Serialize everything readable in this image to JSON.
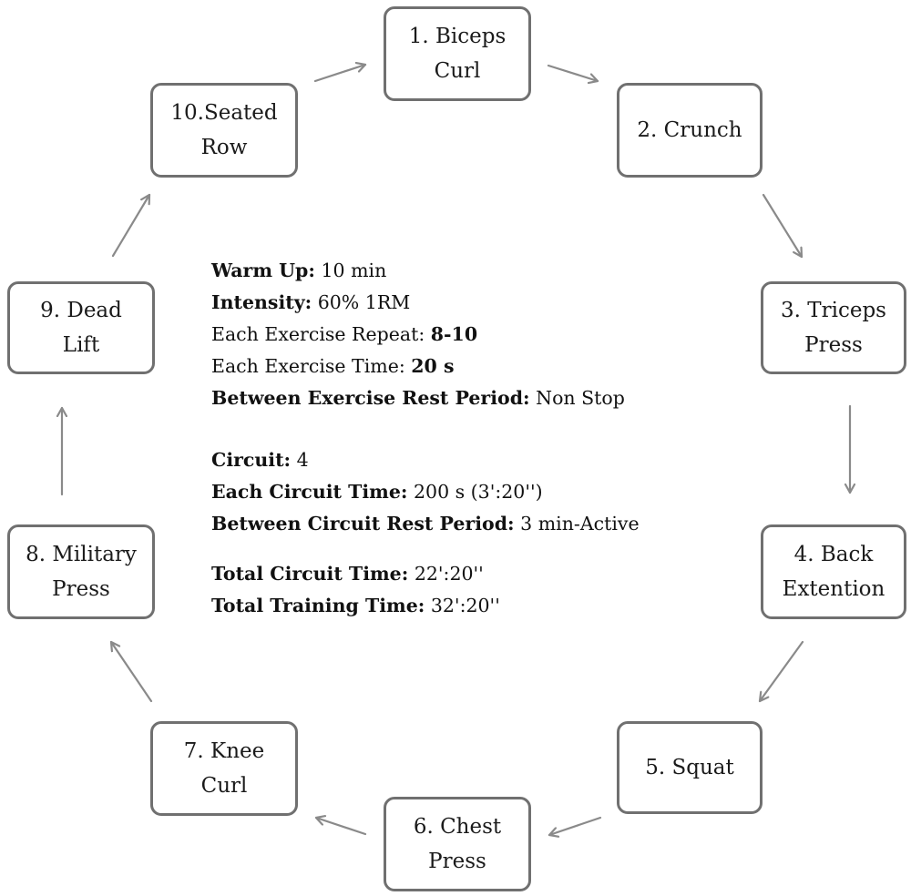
{
  "nodes": [
    {
      "id": "n1",
      "label": "1. Biceps\nCurl"
    },
    {
      "id": "n2",
      "label": "2. Crunch"
    },
    {
      "id": "n3",
      "label": "3. Triceps\nPress"
    },
    {
      "id": "n4",
      "label": "4. Back\nExtention"
    },
    {
      "id": "n5",
      "label": "5. Squat"
    },
    {
      "id": "n6",
      "label": "6. Chest\nPress"
    },
    {
      "id": "n7",
      "label": "7. Knee\nCurl"
    },
    {
      "id": "n8",
      "label": "8. Military\nPress"
    },
    {
      "id": "n9",
      "label": "9. Dead\nLift"
    },
    {
      "id": "n10",
      "label": "10.Seated\nRow"
    }
  ],
  "edges": [
    {
      "from": "n1",
      "to": "n2"
    },
    {
      "from": "n2",
      "to": "n3"
    },
    {
      "from": "n3",
      "to": "n4"
    },
    {
      "from": "n4",
      "to": "n5"
    },
    {
      "from": "n5",
      "to": "n6"
    },
    {
      "from": "n6",
      "to": "n7"
    },
    {
      "from": "n7",
      "to": "n8"
    },
    {
      "from": "n8",
      "to": "n9"
    },
    {
      "from": "n9",
      "to": "n10"
    },
    {
      "from": "n10",
      "to": "n1"
    }
  ],
  "info": {
    "warm_up": {
      "label": "Warm Up:",
      "value": "10 min"
    },
    "intensity": {
      "label": "Intensity:",
      "value": "60% 1RM"
    },
    "repeat": {
      "label": "Each Exercise Repeat:",
      "value": "8-10"
    },
    "exercise_time": {
      "label": "Each Exercise Time:",
      "value": "20 s"
    },
    "exercise_rest": {
      "label": "Between Exercise Rest Period:",
      "value": "Non Stop"
    },
    "circuit": {
      "label": "Circuit:",
      "value": "4"
    },
    "circuit_time": {
      "label": "Each Circuit Time:",
      "value": "200 s (3':20'')"
    },
    "circuit_rest": {
      "label": "Between Circuit Rest Period:",
      "value": "3 min-Active"
    },
    "total_circuit": {
      "label": "Total Circuit Time:",
      "value": "22':20''"
    },
    "total_training": {
      "label": "Total Training Time:",
      "value": "32':20''"
    }
  },
  "colors": {
    "box_border": "#707070",
    "arrow": "#8a8a8a",
    "text": "#111111"
  }
}
